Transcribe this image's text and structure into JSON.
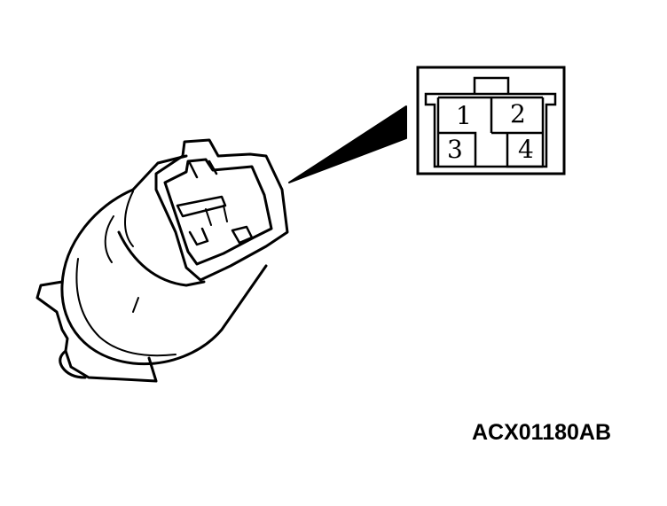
{
  "figure": {
    "code": "ACX01180AB"
  },
  "connector_view": {
    "pins": [
      {
        "label": "1"
      },
      {
        "label": "2"
      },
      {
        "label": "3"
      },
      {
        "label": "4"
      }
    ]
  },
  "colors": {
    "line": "#000000",
    "background": "#ffffff"
  }
}
